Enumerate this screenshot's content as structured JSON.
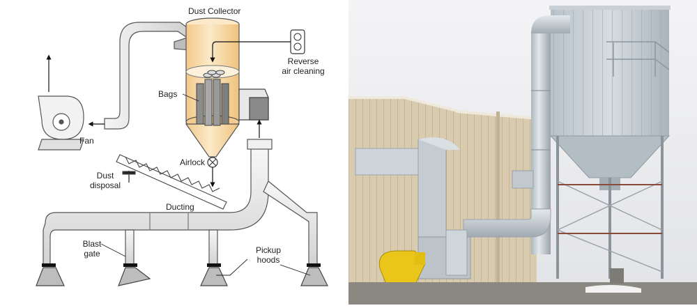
{
  "diagram": {
    "labels": {
      "dust_collector": "Dust Collector",
      "reverse_air_line1": "Reverse",
      "reverse_air_line2": "air cleaning",
      "bags": "Bags",
      "fan": "Fan",
      "airlock": "Airlock",
      "dust_disposal_line1": "Dust",
      "dust_disposal_line2": "disposal",
      "ducting": "Ducting",
      "blast_gate_line1": "Blast",
      "blast_gate_line2": "gate",
      "pickup_hoods_line1": "Pickup",
      "pickup_hoods_line2": "hoods"
    },
    "colors": {
      "collector_fill": "#f7d9a3",
      "collector_light": "#fbe9c8",
      "duct_fill": "#eeeeee",
      "duct_stroke": "#555555",
      "bag_fill": "#9a9a9a"
    }
  },
  "photo": {
    "colors": {
      "sky": "#ededf0",
      "building": "#d9ccb1",
      "duct": "#cfd6dc",
      "fan_yellow": "#e9c619",
      "ground": "#8a8880"
    }
  }
}
